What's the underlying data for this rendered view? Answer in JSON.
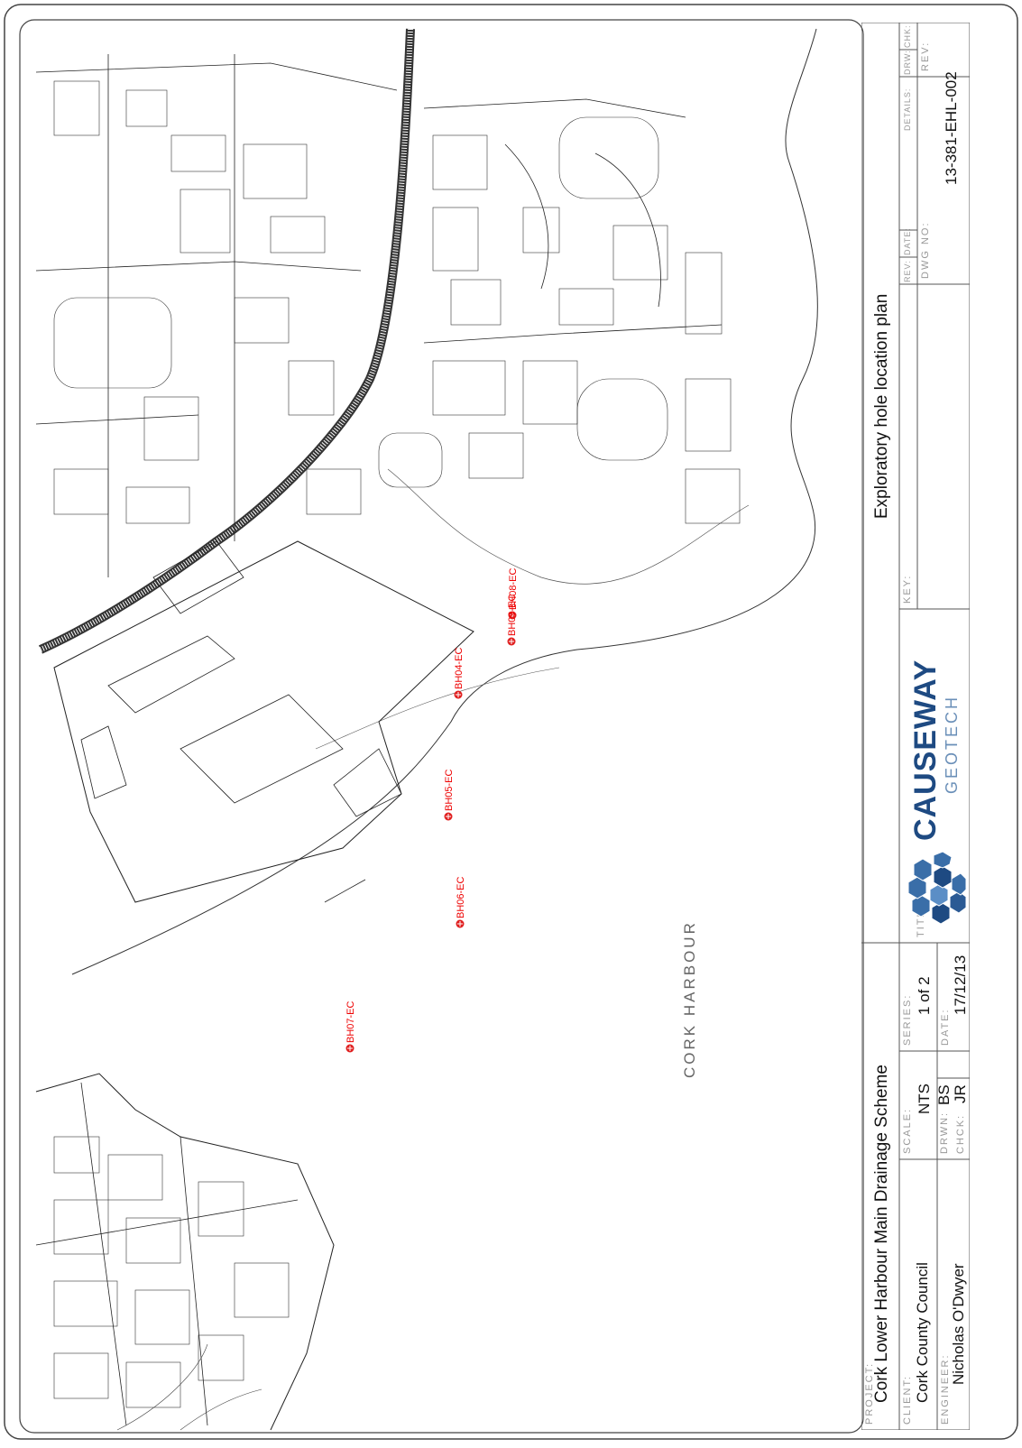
{
  "map": {
    "water_label": "CORK HARBOUR",
    "boreholes": [
      {
        "id": "BH04-EC"
      },
      {
        "id": "BH05-EC"
      },
      {
        "id": "BH06-EC"
      },
      {
        "id": "BH07-EC"
      },
      {
        "id": "BH08-EC"
      },
      {
        "id": "BH09-EC"
      }
    ],
    "marker_color": "#e02020"
  },
  "title_block": {
    "project_label": "PROJECT:",
    "project": "Cork Lower Harbour Main Drainage Scheme",
    "client_label": "CLIENT:",
    "client": "Cork County Council",
    "engineer_label": "ENGINEER:",
    "engineer": "Nicholas O'Dwyer",
    "scale_label": "SCALE:",
    "scale": "NTS",
    "series_label": "SERIES:",
    "series": "1 of 2",
    "drawn_label": "DRWN:",
    "drawn": "BS",
    "checked_label": "CHCK:",
    "checked": "JR",
    "date_label": "DATE:",
    "date": "17/12/13",
    "title_label": "TITLE:",
    "title": "Exploratory hole location plan",
    "key_label": "KEY:",
    "rev_label": "REV:",
    "rev_date_label": "DATE:",
    "details_label": "DETAILS:",
    "drw_label": "DRW:",
    "chk_label": "CHK:",
    "dwg_no_label": "DWG NO:",
    "dwg_no": "13-381-EHL-002",
    "rev2_label": "REV:",
    "logo_main": "CAUSEWAY",
    "logo_sub": "GEOTECH"
  }
}
